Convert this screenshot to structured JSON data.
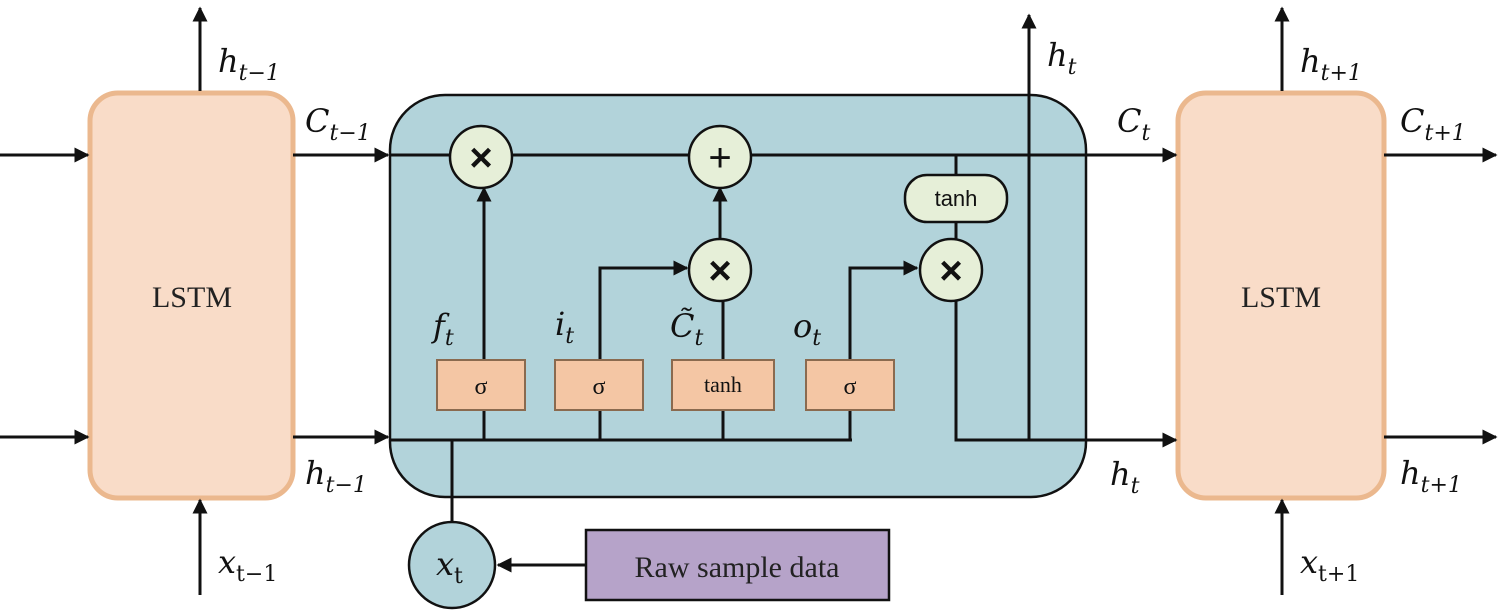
{
  "colors": {
    "lstm_block_fill": "#f9dcc8",
    "lstm_block_border": "#ebb88e",
    "cell_fill": "#b2d3da",
    "gate_fill": "#f4c6a4",
    "op_fill": "#e6efd8",
    "input_circle_fill": "#b2d3da",
    "raw_data_fill": "#b6a3c9"
  },
  "left_block": {
    "label": "LSTM"
  },
  "right_block": {
    "label": "LSTM"
  },
  "labels": {
    "h_prev_top": {
      "base": "h",
      "sub": "t−1"
    },
    "c_prev": {
      "base": "C",
      "sub": "t−1"
    },
    "h_prev_bottom": {
      "base": "h",
      "sub": "t−1"
    },
    "x_prev": {
      "base": "x",
      "sub": "t−1"
    },
    "h_t_top": {
      "base": "h",
      "sub": "t"
    },
    "c_t": {
      "base": "C",
      "sub": "t"
    },
    "h_t_bottom": {
      "base": "h",
      "sub": "t"
    },
    "h_next_top": {
      "base": "h",
      "sub": "t+1"
    },
    "c_next": {
      "base": "C",
      "sub": "t+1"
    },
    "h_next_bottom": {
      "base": "h",
      "sub": "t+1"
    },
    "x_next": {
      "base": "x",
      "sub": "t+1"
    },
    "f_t": {
      "base": "f",
      "sub": "t"
    },
    "i_t": {
      "base": "i",
      "sub": "t"
    },
    "c_tilde": {
      "base": "C̃",
      "sub": "t"
    },
    "o_t": {
      "base": "o",
      "sub": "t"
    },
    "x_t": {
      "base": "x",
      "sub": "t"
    }
  },
  "gates": {
    "forget": "σ",
    "input": "σ",
    "candidate": "tanh",
    "output": "σ"
  },
  "ops": {
    "mult_forget": "×",
    "add": "+",
    "mult_input": "×",
    "mult_output": "×"
  },
  "tanh_cell": "tanh",
  "raw_data": "Raw sample data"
}
